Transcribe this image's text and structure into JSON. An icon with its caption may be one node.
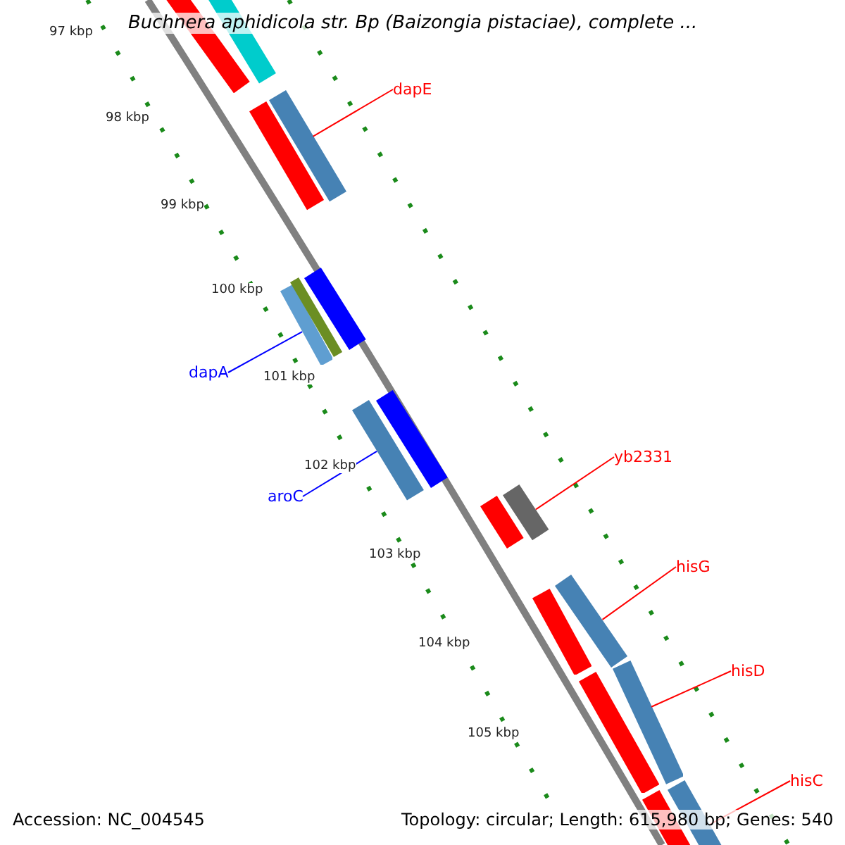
{
  "diagram": {
    "title": "Buchnera aphidicola str. Bp (Baizongia pistaciae), complete ...",
    "nodes": [
      {
        "text": [
          "dapE"
        ]
      },
      {
        "text": [],
        "shape": "bar"
      },
      {
        "text": [
          "dapA"
        ]
      },
      {
        "text": [],
        "shape": "bar"
      },
      {
        "text": [
          "aroC"
        ]
      },
      {
        "text": [],
        "shape": "bar"
      },
      {
        "text": [
          "yb2331"
        ]
      },
      {
        "text": [],
        "shape": "bar"
      },
      {
        "text": [
          "hisG"
        ]
      },
      {
        "text": [],
        "shape": "bar"
      },
      {
        "text": [
          "hisD"
        ]
      },
      {
        "text": [],
        "shape": "bar"
      },
      {
        "text": [
          "hisC"
        ]
      },
      {
        "text": [],
        "shape": "bar"
      },
      {
        "text": [],
        "shape": "bar"
      },
      {
        "text": [],
        "shape": "bar"
      },
      {
        "text": [],
        "shape": "bar"
      },
      {
        "text": [],
        "shape": "bar"
      },
      {
        "text": [],
        "shape": "bar"
      },
      {
        "text": [],
        "shape": "bar"
      },
      {
        "text": [],
        "shape": "bar"
      },
      {
        "text": [],
        "shape": "bar"
      },
      {
        "text": [],
        "shape": "bar"
      },
      {
        "text": [],
        "shape": "bar"
      }
    ],
    "edges": [
      {
        "from": 0,
        "to": 1,
        "arrow": "none"
      },
      {
        "from": 2,
        "to": 3,
        "arrow": "none",
        "color": "#0000ff"
      },
      {
        "from": 4,
        "to": 5,
        "arrow": "none",
        "color": "#0000ff"
      },
      {
        "from": 6,
        "to": 7,
        "arrow": "none"
      },
      {
        "from": 8,
        "to": 9,
        "arrow": "none"
      },
      {
        "from": 10,
        "to": 11,
        "arrow": "none"
      },
      {
        "from": 12,
        "to": 13,
        "arrow": "none"
      }
    ],
    "labels": [
      "97 kbp",
      "98 kbp",
      "99 kbp",
      "100 kbp",
      "101 kbp",
      "102 kbp",
      "103 kbp",
      "104 kbp",
      "105 kbp",
      "Accession: NC_004545",
      "Topology: circular; Length: 615,980 bp; Genes: 540"
    ]
  }
}
